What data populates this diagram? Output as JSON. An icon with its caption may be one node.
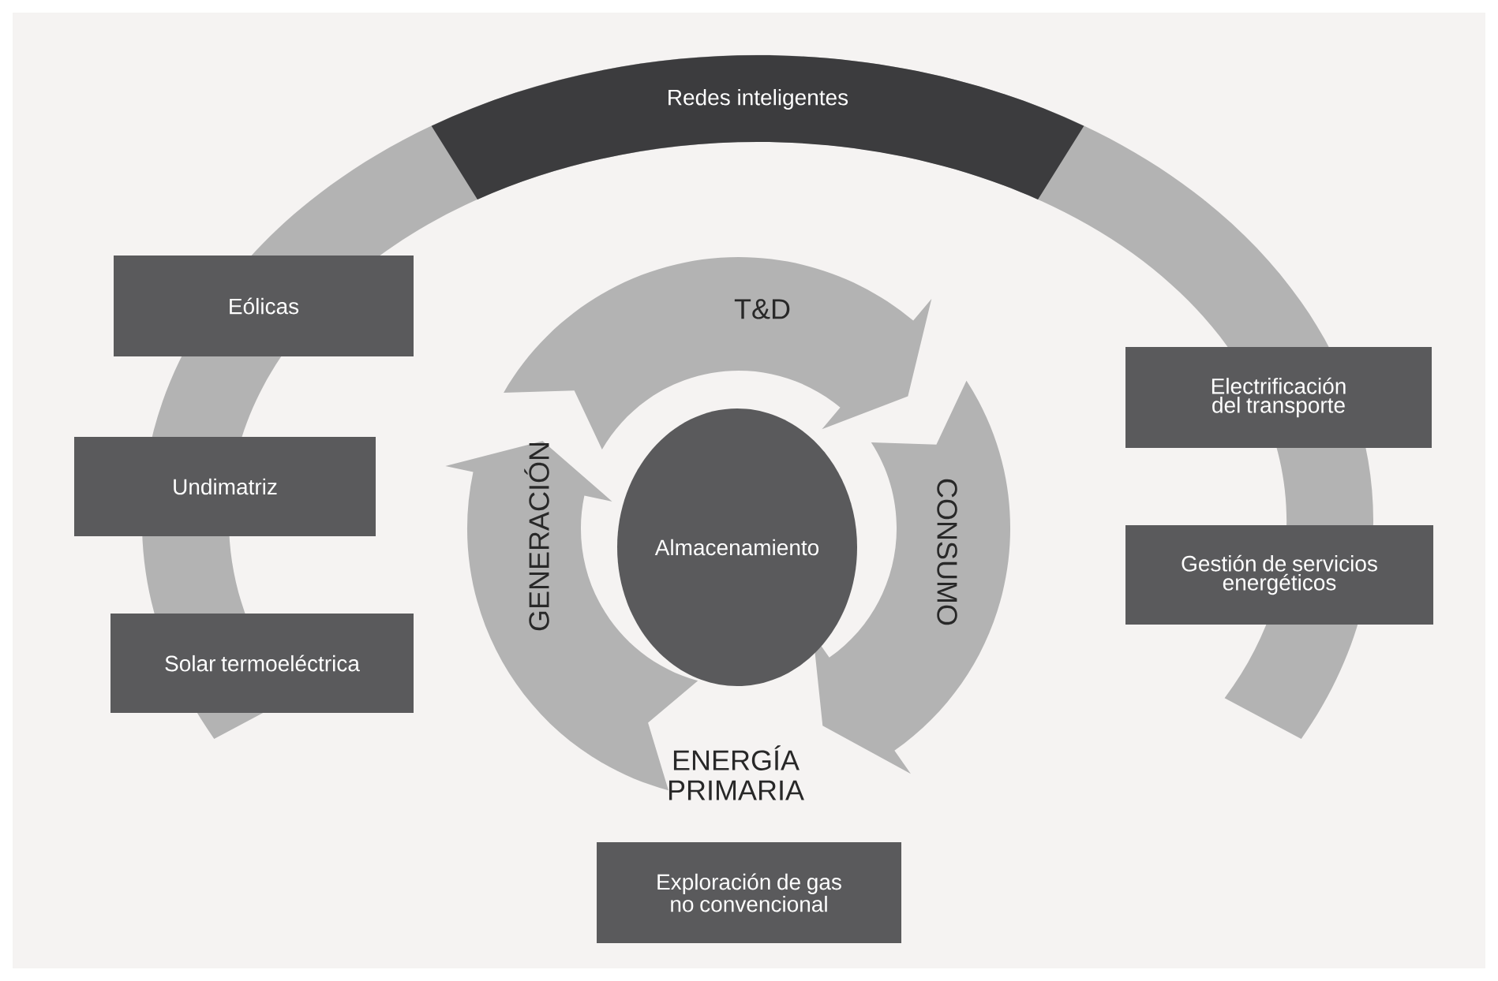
{
  "diagram": {
    "nodes": [
      {
        "text": [
          "Redes inteligentes"
        ]
      },
      {
        "text": [
          "Eólicas"
        ]
      },
      {
        "text": [
          "Undimatriz"
        ]
      },
      {
        "text": [
          "Solar termoeléctrica"
        ]
      },
      {
        "text": [
          "T&D"
        ]
      },
      {
        "text": [
          "GENERACIÓN"
        ]
      },
      {
        "text": [
          "CONSUMO"
        ]
      },
      {
        "text": [
          "Almacenamiento"
        ]
      },
      {
        "text": [
          "Electrificación del transporte"
        ]
      },
      {
        "text": [
          "Gestión de servicios energéticos"
        ]
      },
      {
        "text": [
          "Exploración de gas no convencional"
        ]
      }
    ],
    "labels": [
      "ENERGÍA PRIMARIA"
    ]
  }
}
